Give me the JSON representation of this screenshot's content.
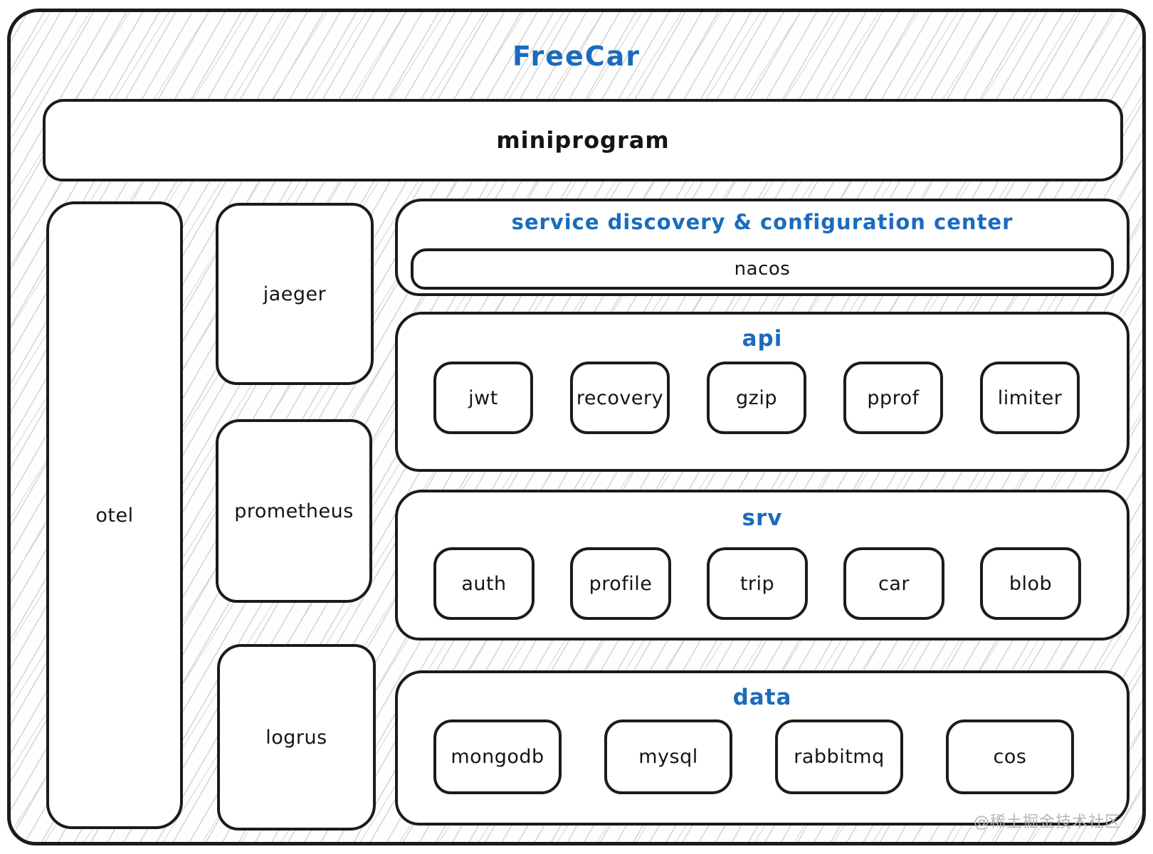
{
  "diagram": {
    "title": "FreeCar",
    "frontend": {
      "label": "miniprogram"
    },
    "observability": {
      "otel_label": "otel",
      "tools": [
        "jaeger",
        "prometheus",
        "logrus"
      ]
    },
    "panels": [
      {
        "key": "service-discovery",
        "title": "service discovery & configuration center",
        "items": [
          "nacos"
        ]
      },
      {
        "key": "api",
        "title": "api",
        "items": [
          "jwt",
          "recovery",
          "gzip",
          "pprof",
          "limiter"
        ]
      },
      {
        "key": "srv",
        "title": "srv",
        "items": [
          "auth",
          "profile",
          "trip",
          "car",
          "blob"
        ]
      },
      {
        "key": "data",
        "title": "data",
        "items": [
          "mongodb",
          "mysql",
          "rabbitmq",
          "cos"
        ]
      }
    ],
    "watermark": "@稀土掘金技术社区",
    "colors": {
      "accent": "#1b6bbd",
      "stroke": "#1b1b1b",
      "box_fill": "#ffffff",
      "hatch": "#d6d6d6",
      "watermark": "#b5b5b5"
    }
  }
}
